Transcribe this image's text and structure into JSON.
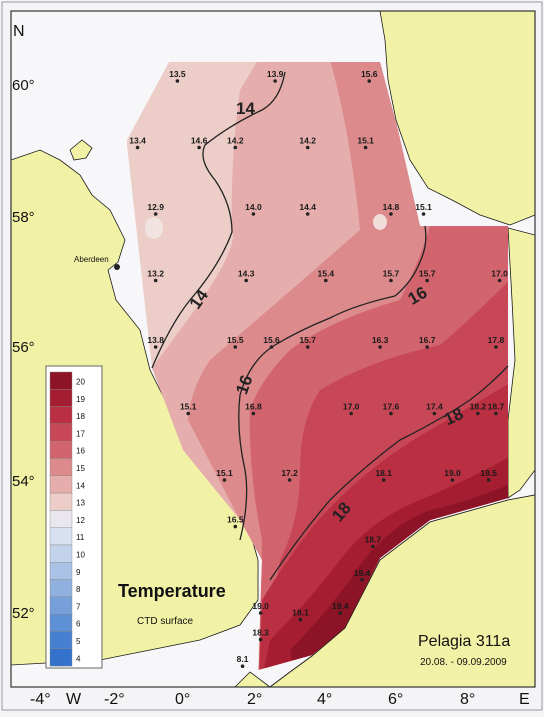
{
  "map": {
    "compass_n": "N",
    "compass_e": "E",
    "lat_labels": [
      "60°",
      "58°",
      "56°",
      "54°",
      "52°"
    ],
    "lon_labels": [
      "-4°",
      "W",
      "-2°",
      "0°",
      "2°",
      "4°",
      "6°",
      "8°"
    ],
    "place_label": "Aberdeen",
    "title": "Temperature",
    "subtitle": "CTD surface",
    "cruise": "Pelagia 311a",
    "dates": "20.08. - 09.09.2009",
    "isotherm_labels": [
      "14",
      "14",
      "16",
      "16",
      "18",
      "18"
    ],
    "legend_values": [
      "20",
      "19",
      "18",
      "17",
      "16",
      "15",
      "14",
      "13",
      "12",
      "11",
      "10",
      "9",
      "8",
      "7",
      "6",
      "5",
      "4"
    ],
    "legend_colors": [
      "#8c1426",
      "#a51d30",
      "#bb2f42",
      "#c84756",
      "#d2646e",
      "#dc8a8c",
      "#e5aeac",
      "#eccdc8",
      "#eae6ee",
      "#d8e1f1",
      "#c3d3ec",
      "#aac2e6",
      "#90b1e0",
      "#77a0db",
      "#5e90d6",
      "#4780d1",
      "#3472cc"
    ],
    "colors": {
      "land": "#f2f2a6",
      "sea": "#f7f7f9",
      "coast": "#1a1a1a"
    },
    "stations": [
      {
        "v": "13.5",
        "lon": -0.1,
        "lat": 60.0
      },
      {
        "v": "13.9",
        "lon": 2.6,
        "lat": 60.0
      },
      {
        "v": "15.6",
        "lon": 5.2,
        "lat": 60.0
      },
      {
        "v": "13.4",
        "lon": -1.2,
        "lat": 59.0
      },
      {
        "v": "14.6",
        "lon": 0.5,
        "lat": 59.0
      },
      {
        "v": "14.2",
        "lon": 1.5,
        "lat": 59.0
      },
      {
        "v": "14.2",
        "lon": 3.5,
        "lat": 59.0
      },
      {
        "v": "15.1",
        "lon": 5.1,
        "lat": 59.0
      },
      {
        "v": "12.9",
        "lon": -0.7,
        "lat": 58.0
      },
      {
        "v": "14.0",
        "lon": 2.0,
        "lat": 58.0
      },
      {
        "v": "14.4",
        "lon": 3.5,
        "lat": 58.0
      },
      {
        "v": "14.8",
        "lon": 5.8,
        "lat": 58.0
      },
      {
        "v": "15.1",
        "lon": 6.7,
        "lat": 58.0
      },
      {
        "v": "13.2",
        "lon": -0.7,
        "lat": 57.0
      },
      {
        "v": "14.3",
        "lon": 1.8,
        "lat": 57.0
      },
      {
        "v": "15.4",
        "lon": 4.0,
        "lat": 57.0
      },
      {
        "v": "15.7",
        "lon": 5.8,
        "lat": 57.0
      },
      {
        "v": "15.7",
        "lon": 6.8,
        "lat": 57.0
      },
      {
        "v": "17.0",
        "lon": 8.8,
        "lat": 57.0
      },
      {
        "v": "13.8",
        "lon": -0.7,
        "lat": 56.0
      },
      {
        "v": "15.5",
        "lon": 1.5,
        "lat": 56.0
      },
      {
        "v": "15.6",
        "lon": 2.5,
        "lat": 56.0
      },
      {
        "v": "15.7",
        "lon": 3.5,
        "lat": 56.0
      },
      {
        "v": "16.3",
        "lon": 5.5,
        "lat": 56.0
      },
      {
        "v": "16.7",
        "lon": 6.8,
        "lat": 56.0
      },
      {
        "v": "17.8",
        "lon": 8.7,
        "lat": 56.0
      },
      {
        "v": "15.1",
        "lon": 0.2,
        "lat": 55.0
      },
      {
        "v": "16.8",
        "lon": 2.0,
        "lat": 55.0
      },
      {
        "v": "17.0",
        "lon": 4.7,
        "lat": 55.0
      },
      {
        "v": "17.6",
        "lon": 5.8,
        "lat": 55.0
      },
      {
        "v": "17.4",
        "lon": 7.0,
        "lat": 55.0
      },
      {
        "v": "18.2",
        "lon": 8.2,
        "lat": 55.0
      },
      {
        "v": "18.7",
        "lon": 8.7,
        "lat": 55.0
      },
      {
        "v": "15.1",
        "lon": 1.2,
        "lat": 54.0
      },
      {
        "v": "17.2",
        "lon": 3.0,
        "lat": 54.0
      },
      {
        "v": "18.1",
        "lon": 5.6,
        "lat": 54.0
      },
      {
        "v": "19.0",
        "lon": 7.5,
        "lat": 54.0
      },
      {
        "v": "19.5",
        "lon": 8.5,
        "lat": 54.0
      },
      {
        "v": "16.5",
        "lon": 1.5,
        "lat": 53.3
      },
      {
        "v": "18.7",
        "lon": 5.3,
        "lat": 53.0
      },
      {
        "v": "19.4",
        "lon": 5.0,
        "lat": 52.5
      },
      {
        "v": "19.0",
        "lon": 2.2,
        "lat": 52.0
      },
      {
        "v": "19.4",
        "lon": 4.4,
        "lat": 52.0
      },
      {
        "v": "18.1",
        "lon": 3.3,
        "lat": 51.9
      },
      {
        "v": "18.3",
        "lon": 2.2,
        "lat": 51.6
      },
      {
        "v": "8.1",
        "lon": 1.7,
        "lat": 51.2
      }
    ]
  }
}
